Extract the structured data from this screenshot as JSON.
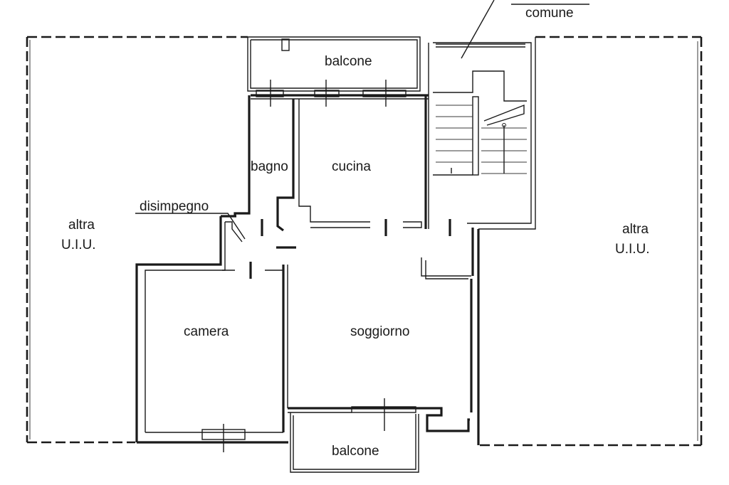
{
  "rooms": {
    "balcone_top": "balcone",
    "bagno": "bagno",
    "cucina": "cucina",
    "disimpegno": "disimpegno",
    "camera": "camera",
    "soggiorno": "soggiorno",
    "balcone_bottom": "balcone",
    "comune": "comune"
  },
  "neighbours": {
    "left_line1": "altra",
    "left_line2": "U.I.U.",
    "right_line1": "altra",
    "right_line2": "U.I.U."
  }
}
